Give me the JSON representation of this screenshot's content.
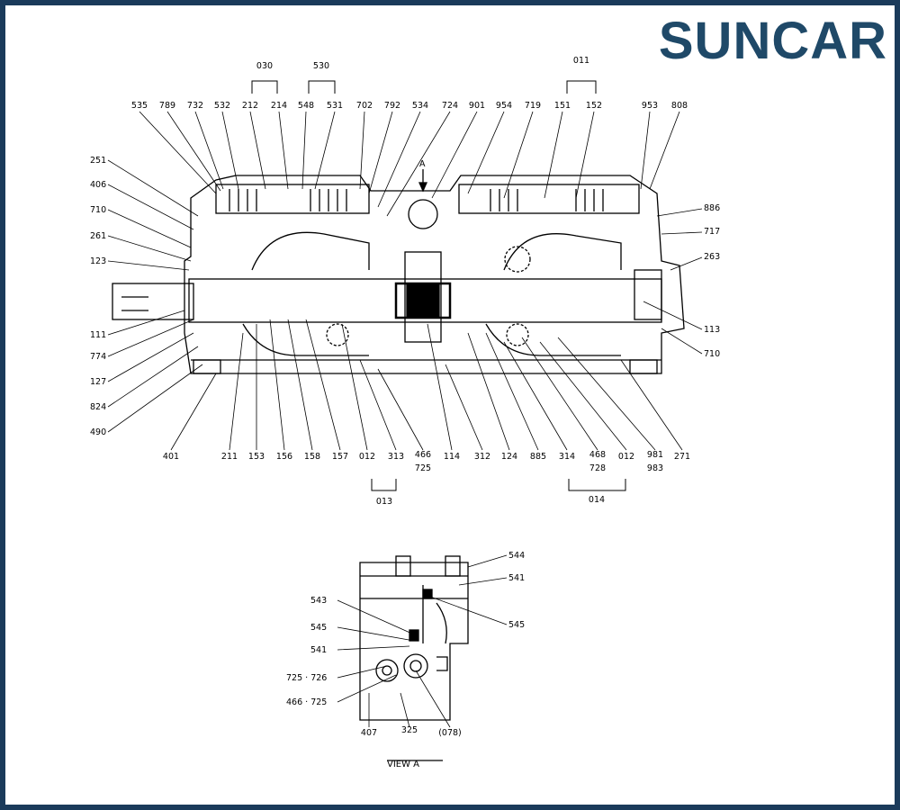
{
  "brand": {
    "logo": "SUNCAR",
    "color": "#1f4968"
  },
  "callouts": {
    "top": [
      "535",
      "789",
      "732",
      "532",
      "212",
      "214",
      "548",
      "531",
      "702",
      "792",
      "534",
      "724",
      "901",
      "954",
      "719",
      "151",
      "152",
      "953",
      "808"
    ],
    "groups": {
      "g030": "030",
      "g530": "530",
      "g011": "011",
      "g013": "013",
      "g014": "014"
    },
    "left": [
      "251",
      "406",
      "710",
      "261",
      "123",
      "111",
      "774",
      "127",
      "824",
      "490"
    ],
    "right": [
      "886",
      "717",
      "263",
      "113",
      "710"
    ],
    "bottom": [
      "401",
      "211",
      "153",
      "156",
      "158",
      "157",
      "012",
      "313",
      "466",
      "114",
      "312",
      "124",
      "885",
      "314",
      "468",
      "012",
      "981",
      "271"
    ],
    "bottom_sub": {
      "725": "725",
      "728": "728",
      "983": "983"
    },
    "view_marker": "A",
    "view_a": [
      "544",
      "541",
      "545",
      "543",
      "545",
      "541",
      "725 · 726",
      "466 · 725",
      "407",
      "325",
      "(078)"
    ],
    "view_title": "VIEW   A"
  }
}
